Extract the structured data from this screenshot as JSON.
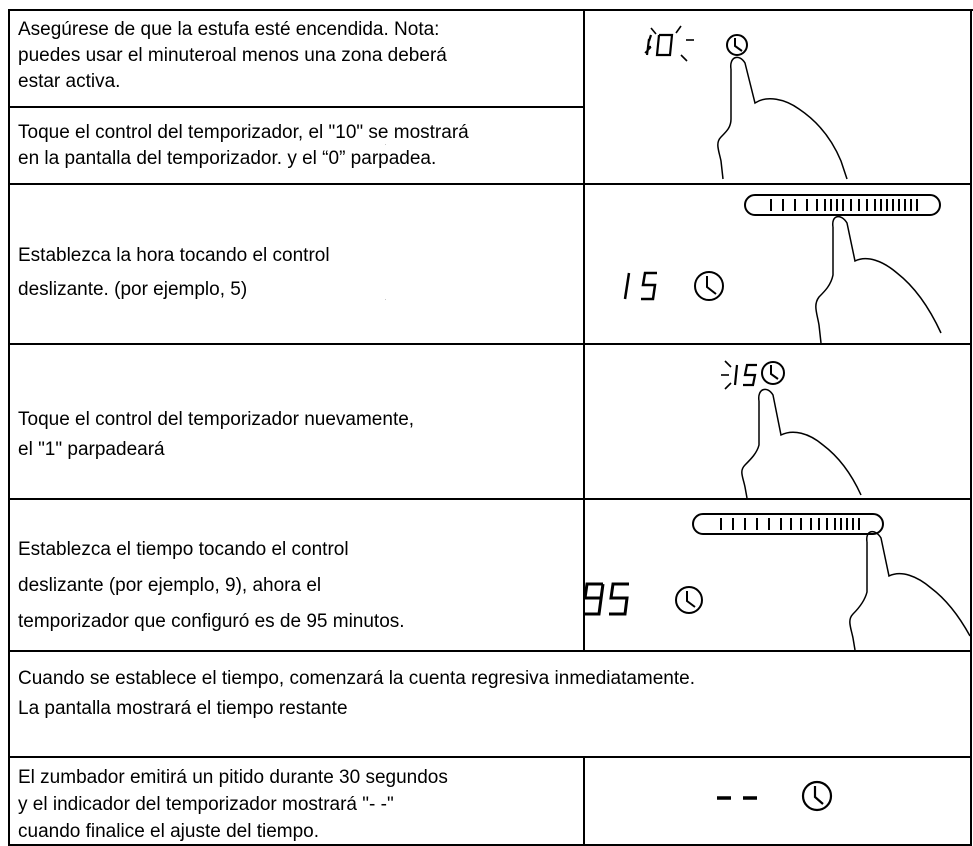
{
  "rows": [
    {
      "text_lines": [
        "Asegúrese de que la estufa esté encendida. Nota:",
        "puedes usar el minuteroal menos una zona deberá",
        "estar activa."
      ]
    },
    {
      "text_lines": [
        "Toque el control del temporizador, el \"10\" se mostrará",
        "en la pantalla del temporizador. y el “0” parpadea."
      ]
    },
    {
      "text_lines": [
        "Establezca la hora tocando el control",
        "deslizante. (por ejemplo, 5)"
      ]
    },
    {
      "text_lines": [
        "Toque el control del temporizador nuevamente,",
        "el \"1\" parpadeará"
      ]
    },
    {
      "text_lines": [
        "Establezca el tiempo tocando el control",
        "deslizante (por ejemplo, 9), ahora el",
        "temporizador que configuró es de 95 minutos."
      ]
    },
    {
      "text_lines": [
        "Cuando se establece el tiempo, comenzará la cuenta regresiva inmediatamente.",
        "La pantalla mostrará el tiempo restante"
      ]
    },
    {
      "text_lines": [
        "El zumbador emitirá un pitido durante 30 segundos",
        "y el indicador del temporizador mostrará \"- -\"",
        "cuando finalice el ajuste del tiempo."
      ]
    }
  ],
  "illustrations": {
    "fig1_display": "10",
    "fig2_display": "15",
    "fig3_display": "15",
    "fig4_display": "95",
    "fig5_display": "--",
    "icons": [
      "clock-icon",
      "pointing-hand-icon",
      "slider-bar-icon"
    ]
  }
}
